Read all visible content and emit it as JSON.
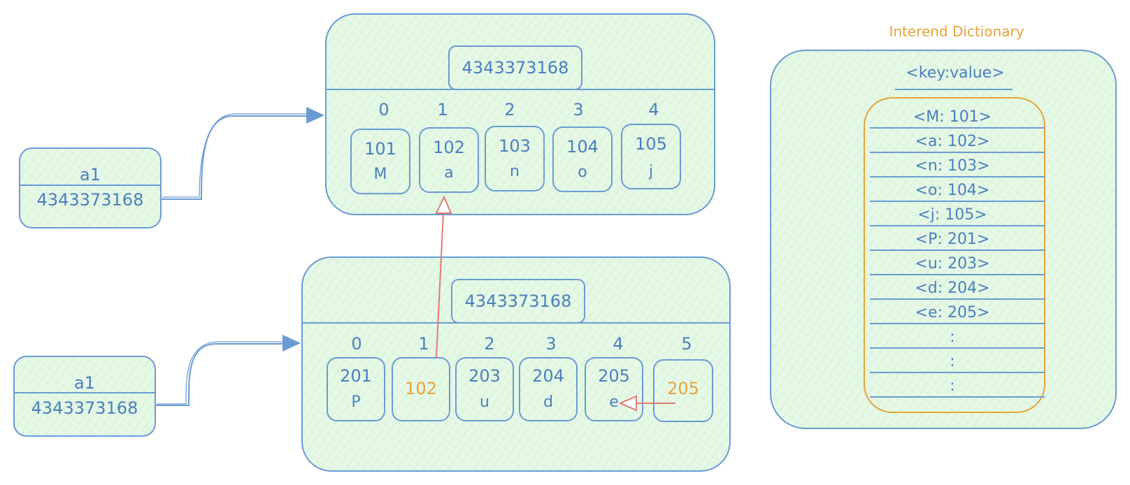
{
  "colors": {
    "stroke": "#6a9bd4",
    "text": "#4a7fc0",
    "fill": "#dff5df",
    "arrow_red": "#e07a72",
    "orange": "#e8a23a"
  },
  "top_array": {
    "address": "4343373168",
    "indices": [
      "0",
      "1",
      "2",
      "3",
      "4"
    ],
    "cells": [
      {
        "num": "101",
        "ch": "M"
      },
      {
        "num": "102",
        "ch": "a"
      },
      {
        "num": "103",
        "ch": "n"
      },
      {
        "num": "104",
        "ch": "o"
      },
      {
        "num": "105",
        "ch": "j"
      }
    ]
  },
  "bottom_array": {
    "address": "4343373168",
    "indices": [
      "0",
      "1",
      "2",
      "3",
      "4",
      "5"
    ],
    "cells": [
      {
        "num": "201",
        "ch": "P"
      },
      {
        "num": "102",
        "ch": ""
      },
      {
        "num": "203",
        "ch": "u"
      },
      {
        "num": "204",
        "ch": "d"
      },
      {
        "num": "205",
        "ch": "e"
      },
      {
        "num": "205",
        "ch": ""
      }
    ]
  },
  "var_top": {
    "name": "a1",
    "value": "4343373168"
  },
  "var_bottom": {
    "name": "a1",
    "value": "4343373168"
  },
  "dictionary": {
    "title": "Interend Dictionary",
    "header": "<key:value>",
    "rows": [
      "<M: 101>",
      "<a: 102>",
      "<n: 103>",
      "<o: 104>",
      "<j: 105>",
      "<P: 201>",
      "<u: 203>",
      "<d: 204>",
      "<e: 205>",
      ":",
      ":",
      ":"
    ]
  }
}
